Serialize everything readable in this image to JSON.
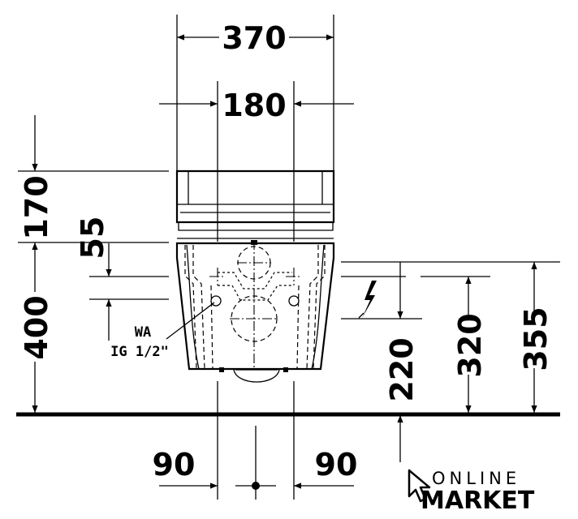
{
  "dimensions": {
    "width_total": "370",
    "width_supports": "180",
    "seat_height": "170",
    "offset_55": "55",
    "height_400": "400",
    "power_220": "220",
    "height_320": "320",
    "height_355": "355",
    "bottom_left_90": "90",
    "bottom_right_90": "90"
  },
  "labels": {
    "water_connection_line1": "WA",
    "water_connection_line2": "IG 1/2\""
  },
  "logo": {
    "line1": "ONLINE",
    "line2": "MARKET"
  }
}
